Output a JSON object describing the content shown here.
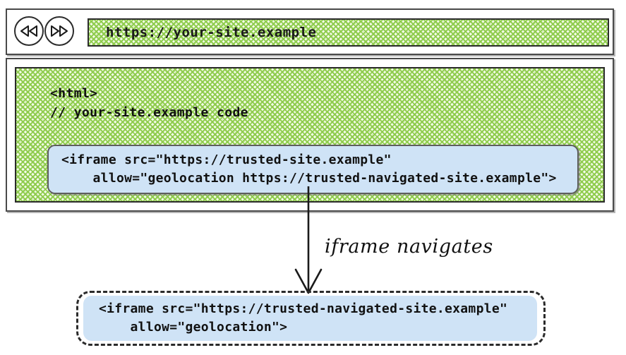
{
  "browser": {
    "nav": {
      "back_label": "rewind",
      "forward_label": "fast-forward"
    },
    "url": "https://your-site.example"
  },
  "page": {
    "outer_code": "<html>\n// your-site.example code",
    "iframe_card": {
      "line1": "<iframe src=\"https://trusted-site.example\"",
      "line2": "    allow=\"geolocation https://trusted-navigated-site.example\">",
      "code": "<iframe src=\"https://trusted-site.example\"\n    allow=\"geolocation https://trusted-navigated-site.example\">"
    }
  },
  "annotation": {
    "label": "iframe navigates"
  },
  "result": {
    "line1": "<iframe src=\"https://trusted-navigated-site.example\"",
    "line2": "    allow=\"geolocation\">",
    "code": "<iframe src=\"https://trusted-navigated-site.example\"\n    allow=\"geolocation\">"
  },
  "colors": {
    "page_fill_green": "#8dcb4a",
    "card_fill_blue": "#cfe3f6",
    "border_dark": "#2b2b2b",
    "frame_gray": "#4a4a4a"
  }
}
